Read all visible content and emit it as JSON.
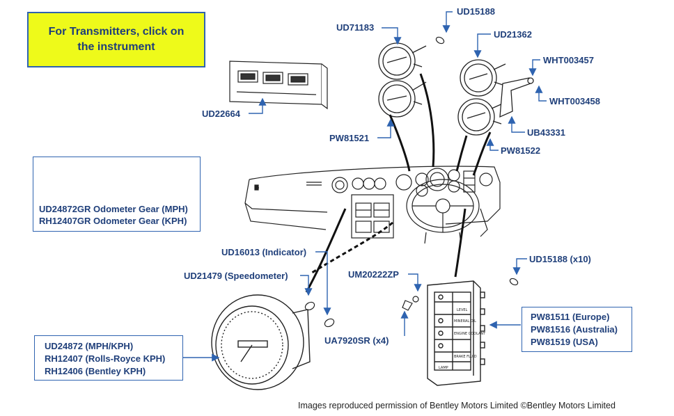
{
  "banner": {
    "line1": "For Transmitters, click on",
    "line2": "the instrument"
  },
  "labels": {
    "UD15188": "UD15188",
    "UD71183": "UD71183",
    "UD21362": "UD21362",
    "WHT003457": "WHT003457",
    "WHT003458": "WHT003458",
    "UD22664": "UD22664",
    "PW81521": "PW81521",
    "UB43331": "UB43331",
    "PW81522": "PW81522",
    "UD16013": "UD16013 (Indicator)",
    "UD21479": "UD21479 (Speedometer)",
    "UM20222ZP": "UM20222ZP",
    "UD15188x10": "UD15188 (x10)",
    "UA7920SR": "UA7920SR (x4)"
  },
  "gear_box": {
    "line1": "UD24872GR Odometer Gear (MPH)",
    "line2": "RH12407GR Odometer Gear (KPH)"
  },
  "speedo_box": {
    "line1": "UD24872 (MPH/KPH)",
    "line2": "RH12407 (Rolls-Royce KPH)",
    "line3": "RH12406 (Bentley KPH)"
  },
  "warning_box": {
    "line1": "PW81511 (Europe)",
    "line2": "PW81516 (Australia)",
    "line3": "PW81519 (USA)"
  },
  "warning_panel_text": {
    "level": "LEVEL",
    "mineral_oil": "MINERAL OIL",
    "engine_coolant": "ENGINE COOLANT",
    "brake_fluid": "BRAKE FLUID",
    "lamp": "LAMP"
  },
  "credit": "Images reproduced permission of Bentley Motors Limited ©Bentley Motors Limited",
  "colors": {
    "label": "#1f3f7a",
    "leader": "#2e63b0",
    "banner_bg": "#eefa1a",
    "banner_border": "#2e63b0"
  }
}
